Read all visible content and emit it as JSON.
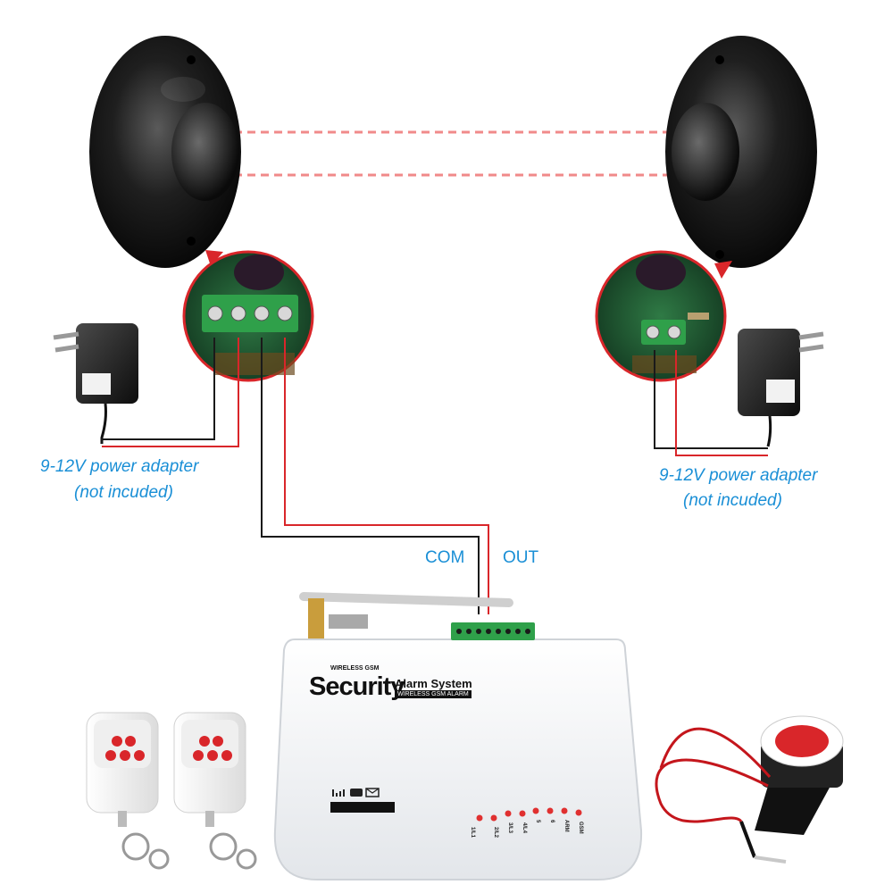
{
  "labels": {
    "adapter_left_line1": "9-12V power adapter",
    "adapter_left_line2": "(not incuded)",
    "adapter_right_line1": "9-12V power adapter",
    "adapter_right_line2": "(not incuded)",
    "com": "COM",
    "out": "OUT"
  },
  "panel": {
    "brand_small": "WIRELESS GSM",
    "brand_main": "Security",
    "brand_sub1": "Alarm System",
    "brand_sub2": "WIRELESS GSM ALARM",
    "led_labels": [
      "1/L1",
      "2/L2",
      "3/L3",
      "4/L4",
      "5",
      "6",
      "ARM",
      "GSM"
    ]
  },
  "colors": {
    "label_blue": "#1a8fd6",
    "wire_red": "#d9262a",
    "wire_black": "#1a1a1a",
    "beam_red": "#f08a8a"
  }
}
